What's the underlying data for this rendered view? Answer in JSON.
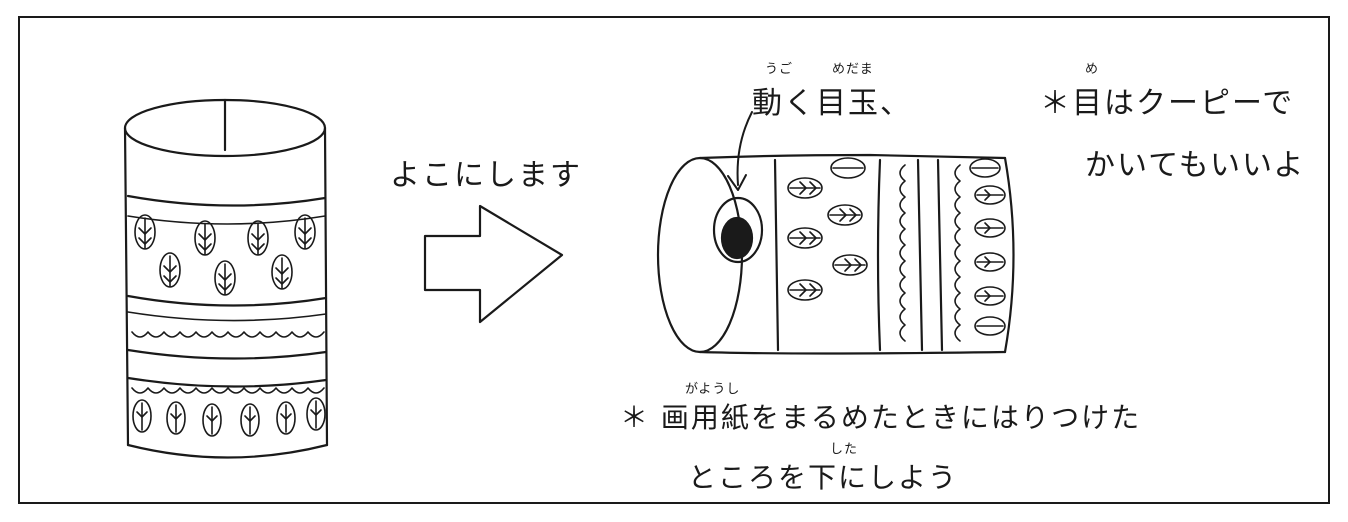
{
  "step_label": "よこにします",
  "eye_ruby_ugoku": "うご",
  "eye_ruby_medama": "めだま",
  "eye_label": "動く目玉、",
  "note1_ruby_me": "め",
  "note1_line1": "＊目はクーピーで",
  "note1_line2": "かいてもいいよ",
  "note2_ruby_gayoushi": "がようし",
  "note2_line1": "＊ 画用紙をまるめたときにはりつけた",
  "note2_ruby_shita": "した",
  "note2_line2": "ところを下にしよう",
  "colors": {
    "ink": "#1a1a1a",
    "paper": "#ffffff"
  },
  "icons": [
    "cylinder-upright",
    "right-arrow",
    "cylinder-sideways-koinobori",
    "eye",
    "leaf-pattern",
    "wave-pattern"
  ]
}
